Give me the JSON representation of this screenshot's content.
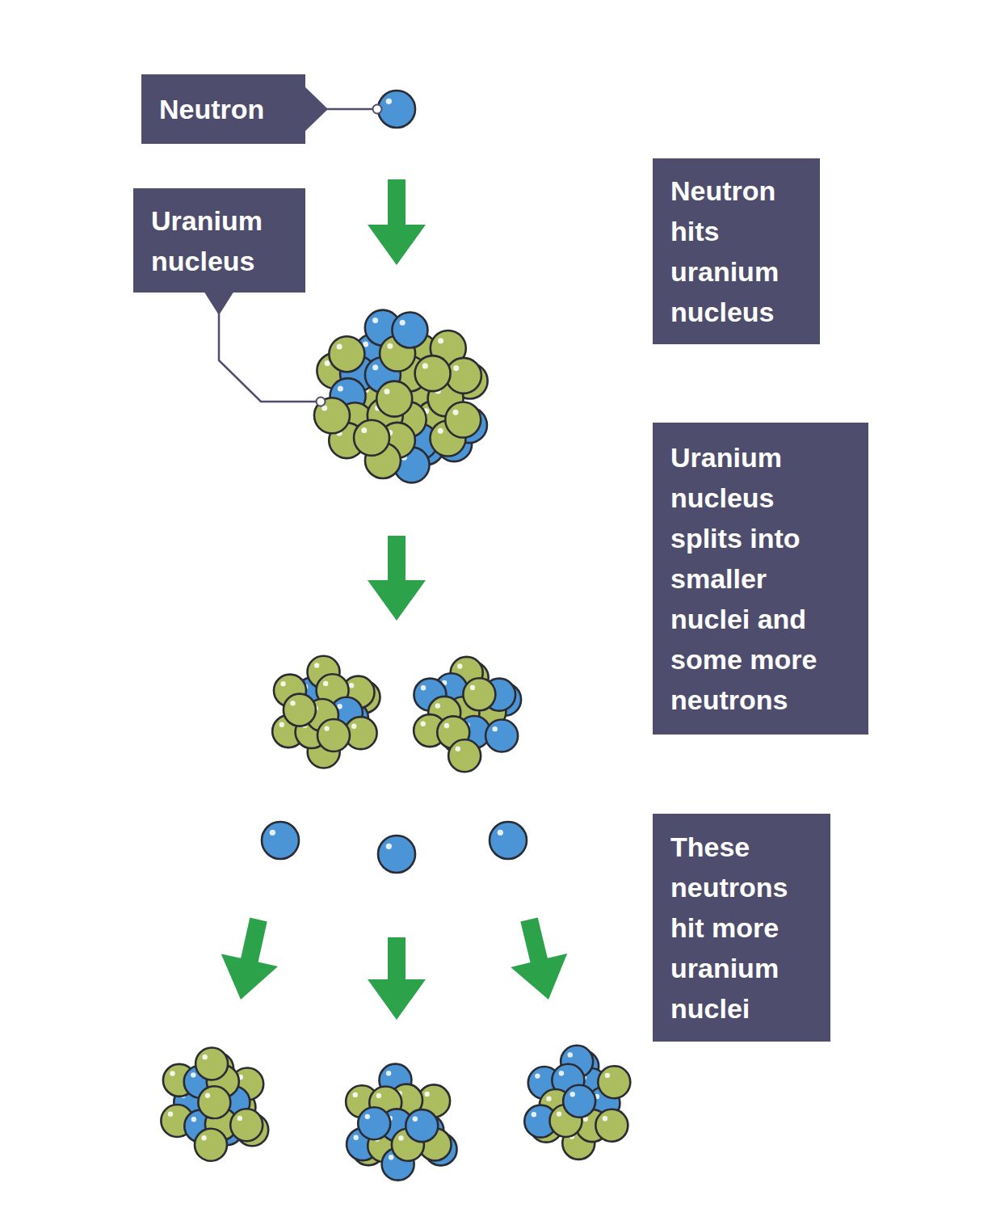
{
  "diagram": {
    "nodes": [
      {
        "text": [
          "Neutron"
        ]
      },
      {
        "text": [
          "Neutron hits uranium nucleus"
        ]
      },
      {
        "text": [
          "Uranium nucleus"
        ]
      },
      {
        "text": [
          "Uranium nucleus splits into smaller nuclei and some more neutrons"
        ]
      },
      {
        "text": [
          "These neutrons hit more uranium nuclei"
        ]
      }
    ]
  }
}
